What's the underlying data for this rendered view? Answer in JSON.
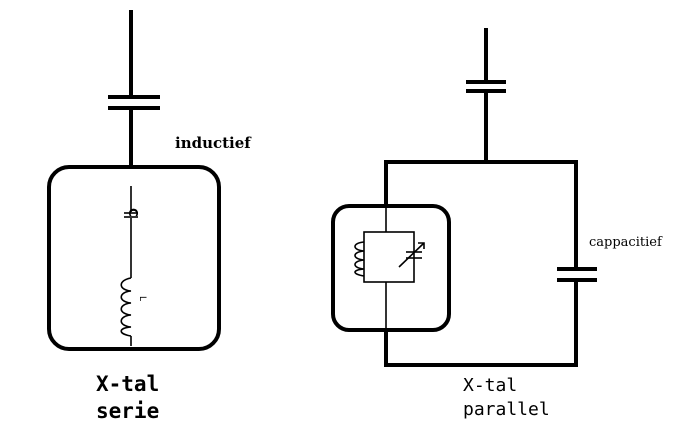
{
  "labels": {
    "inductief": "inductief",
    "cappacitief": "cappacitief",
    "capacitor_letter": "C",
    "inductor_letter": "L",
    "serie_line1": "X-tal",
    "serie_line2": "serie",
    "parallel_line1": "X-tal",
    "parallel_line2": "parallel"
  },
  "colors": {
    "line": "#000000",
    "background": "#ffffff"
  }
}
